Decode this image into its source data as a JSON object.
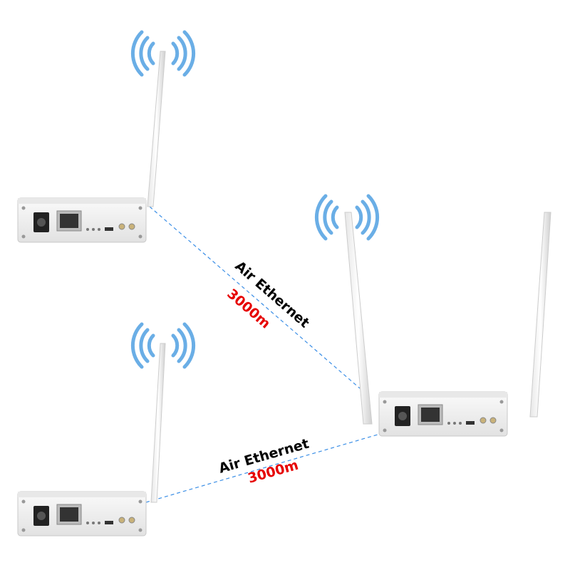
{
  "links": [
    {
      "label": "Air Ethernet",
      "distance": "3000m"
    },
    {
      "label": "Air Ethernet",
      "distance": "3000m"
    }
  ],
  "colors": {
    "link_line": "#3a8ee6",
    "label_text": "#000000",
    "distance_text": "#e60000",
    "wifi_signal": "#6aaee6",
    "device_body": "#f2f2f2"
  }
}
